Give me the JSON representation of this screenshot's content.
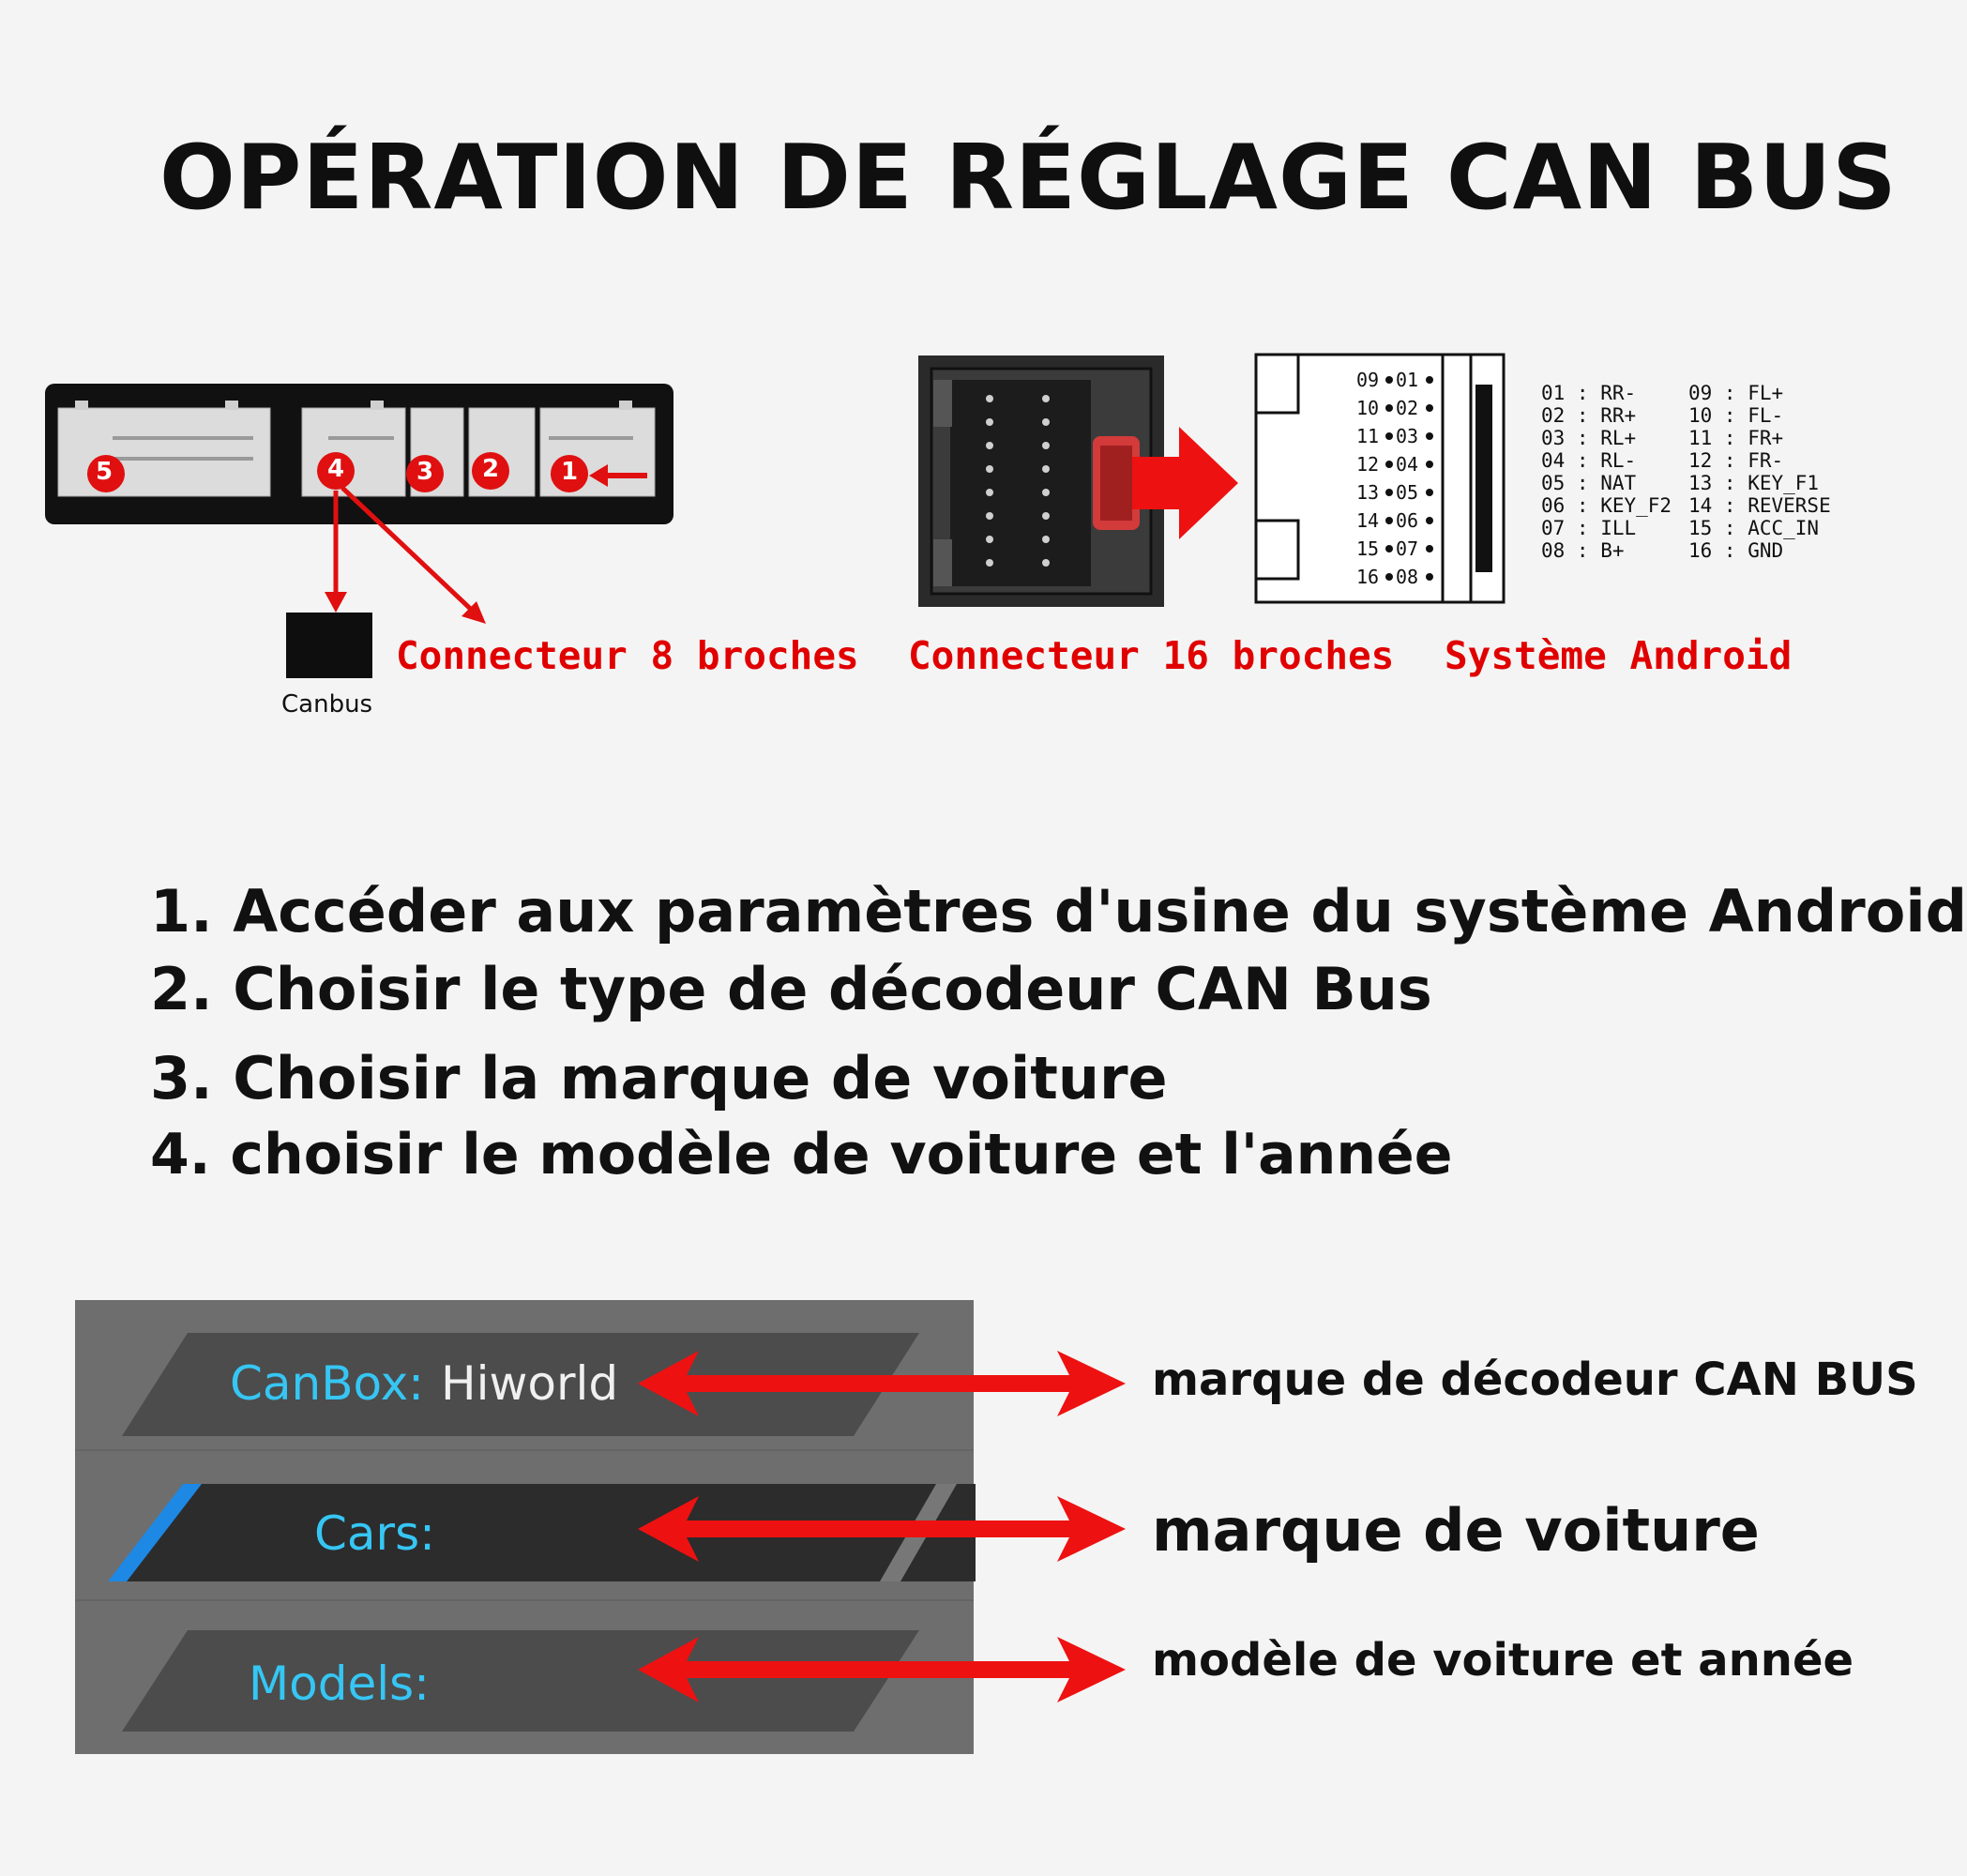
{
  "title": "OPÉRATION DE RÉGLAGE CAN BUS",
  "connector_numbers": [
    "5",
    "4",
    "3",
    "2",
    "1"
  ],
  "canbus_label": "Canbus",
  "labels": {
    "pin8": "Connecteur 8 broches",
    "pin16": "Connecteur 16 broches",
    "android": "Système Android"
  },
  "pin_diagram_rows": [
    {
      "left": "09",
      "right": "01"
    },
    {
      "left": "10",
      "right": "02"
    },
    {
      "left": "11",
      "right": "03"
    },
    {
      "left": "12",
      "right": "04"
    },
    {
      "left": "13",
      "right": "05"
    },
    {
      "left": "14",
      "right": "06"
    },
    {
      "left": "15",
      "right": "07"
    },
    {
      "left": "16",
      "right": "08"
    }
  ],
  "pinout_col1": "01 : RR-\n02 : RR+\n03 : RL+\n04 : RL-\n05 : NAT\n06 : KEY_F2\n07 : ILL\n08 : B+",
  "pinout_col2": "09 : FL+\n10 : FL-\n11 : FR+\n12 : FR-\n13 : KEY_F1\n14 : REVERSE\n15 : ACC_IN\n16 : GND",
  "steps": [
    "1. Accéder aux paramètres d'usine du système Android",
    "2. Choisir le type de décodeur CAN Bus",
    "3. Choisir la marque de voiture",
    "4. choisir le modèle de voiture et l'année"
  ],
  "panel": {
    "canbox_label": "CanBox:",
    "canbox_value": "Hiworld",
    "cars_label": "Cars:",
    "models_label": "Models:"
  },
  "annotations": [
    "marque de décodeur CAN BUS",
    "marque de voiture",
    "modèle de voiture et année"
  ],
  "colors": {
    "accent_red": "#e00000",
    "arrow_red": "#ee1111",
    "panel_blue_text": "#36c6f4",
    "selection_blue": "#1e88e5"
  }
}
